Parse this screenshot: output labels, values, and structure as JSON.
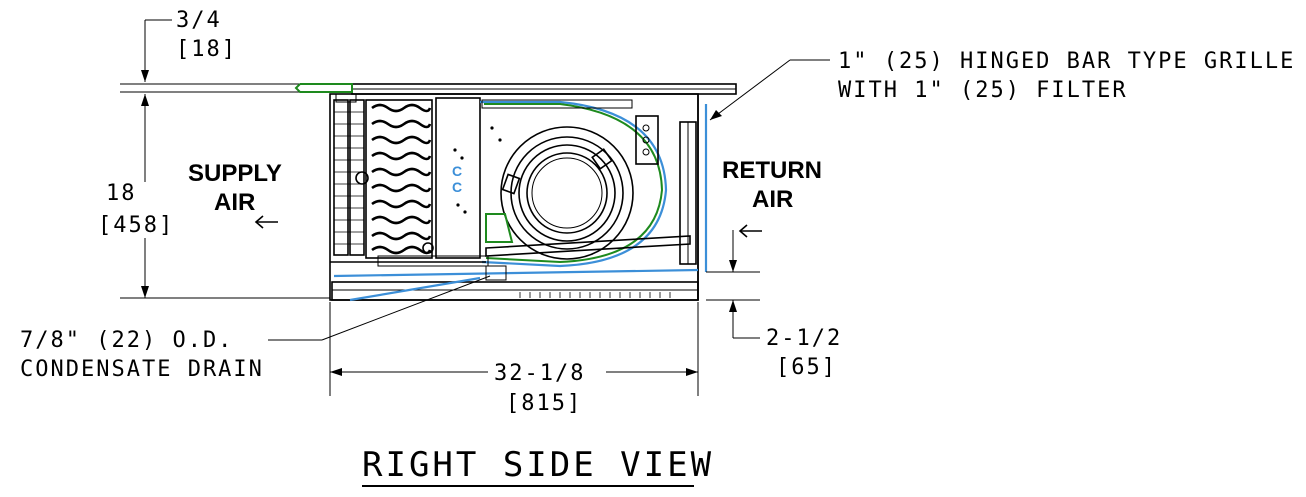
{
  "title": "RIGHT SIDE VIEW",
  "labels": {
    "supply_air_1": "SUPPLY",
    "supply_air_2": "AIR",
    "return_air_1": "RETURN",
    "return_air_2": "AIR",
    "blower_mark": "C\nC"
  },
  "callouts": {
    "grille_line1": "1\"  (25) HINGED BAR TYPE GRILLE",
    "grille_line2": "WITH 1\"  (25) FILTER",
    "drain_line1": "7/8\"  (22) O.D.",
    "drain_line2": "CONDENSATE DRAIN"
  },
  "dimensions": {
    "top_offset": "3/4",
    "top_offset_mm": "[18]",
    "height": "18",
    "height_mm": "[458]",
    "width": "32-1/8",
    "width_mm": "[815]",
    "bottom_offset": "2-1/2",
    "bottom_offset_mm": "[65]"
  },
  "colors": {
    "outline": "#000000",
    "filter": "#3c8fd8",
    "housing": "#1e8a1e"
  }
}
